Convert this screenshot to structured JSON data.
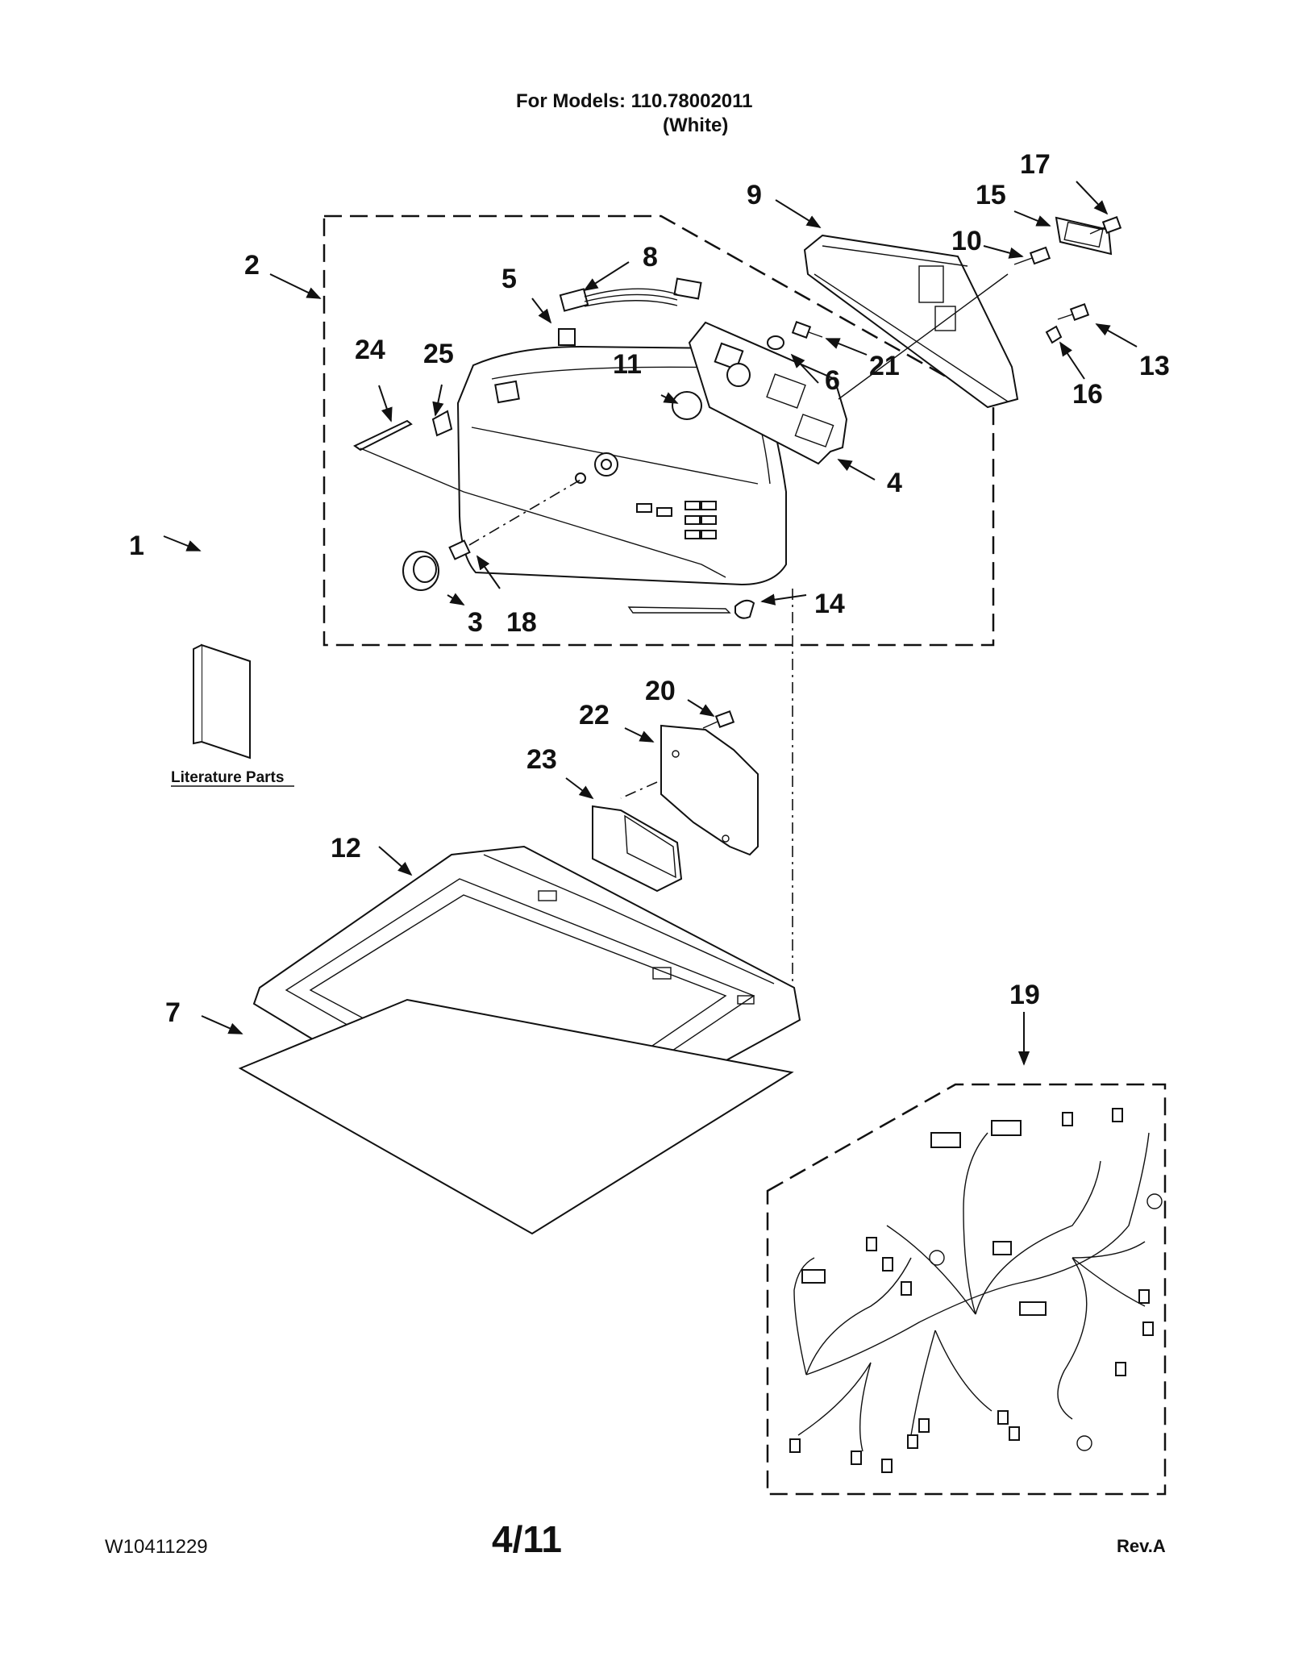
{
  "header": {
    "models_line": "For Models: 110.78002011",
    "color_line": "(White)"
  },
  "callouts": [
    "1",
    "2",
    "3",
    "4",
    "5",
    "6",
    "7",
    "8",
    "9",
    "10",
    "11",
    "12",
    "13",
    "14",
    "15",
    "16",
    "17",
    "18",
    "19",
    "20",
    "21",
    "22",
    "23",
    "24",
    "25"
  ],
  "literature_label": "Literature Parts",
  "footer": {
    "doc_id": "W10411229",
    "page": "4/11",
    "revision": "Rev.A"
  }
}
